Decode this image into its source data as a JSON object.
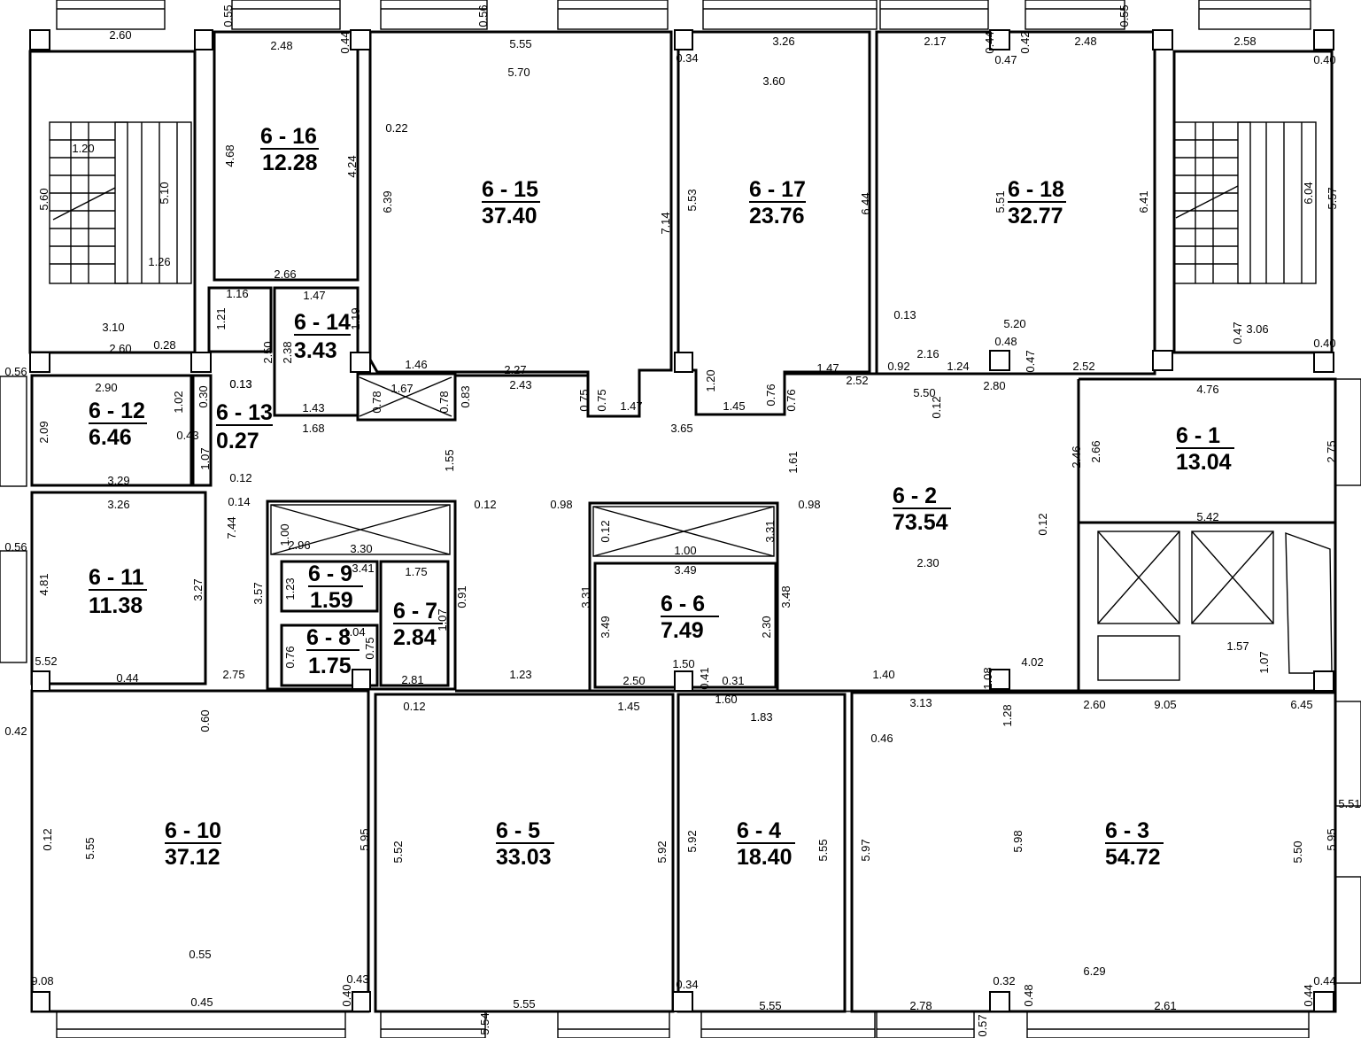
{
  "rooms": [
    {
      "id": "6 - 16",
      "area": "12.28"
    },
    {
      "id": "6 - 15",
      "area": "37.40"
    },
    {
      "id": "6 - 17",
      "area": "23.76"
    },
    {
      "id": "6 - 18",
      "area": "32.77"
    },
    {
      "id": "6 - 14",
      "area": "3.43"
    },
    {
      "id": "6 - 12",
      "area": "6.46"
    },
    {
      "id": "6 - 13",
      "area": "0.27"
    },
    {
      "id": "6 - 1",
      "area": "13.04"
    },
    {
      "id": "6 - 2",
      "area": "73.54"
    },
    {
      "id": "6 - 11",
      "area": "11.38"
    },
    {
      "id": "6 - 9",
      "area": "1.59"
    },
    {
      "id": "6 - 8",
      "area": "1.75"
    },
    {
      "id": "6 - 7",
      "area": "2.84"
    },
    {
      "id": "6 - 6",
      "area": "7.49"
    },
    {
      "id": "6 - 10",
      "area": "37.12"
    },
    {
      "id": "6 - 5",
      "area": "33.03"
    },
    {
      "id": "6 - 4",
      "area": "18.40"
    },
    {
      "id": "6 - 3",
      "area": "54.72"
    }
  ],
  "dimensions": [
    "0.55",
    "0.56",
    "0.55",
    "2.60",
    "2.48",
    "0.44",
    "5.55",
    "3.26",
    "2.17",
    "0.44",
    "0.42",
    "2.48",
    "2.58",
    "5.70",
    "3.60",
    "0.34",
    "0.47",
    "0.40",
    "0.22",
    "4.68",
    "4.24",
    "6.39",
    "5.60",
    "5.10",
    "1.20",
    "1.26",
    "7.14",
    "5.53",
    "6.44",
    "5.51",
    "6.41",
    "6.04",
    "5.57",
    "2.66",
    "1.16",
    "1.47",
    "1.21",
    "1.19",
    "0.13",
    "5.20",
    "3.10",
    "2.60",
    "0.28",
    "0.56",
    "2.90",
    "1.46",
    "2.27",
    "2.43",
    "1.47",
    "1.20",
    "0.76",
    "0.76",
    "1.67",
    "0.83",
    "0.78",
    "0.78",
    "0.75",
    "0.75",
    "1.47",
    "1.45",
    "2.50",
    "2.38",
    "1.43",
    "1.68",
    "0.13",
    "3.65",
    "2.16",
    "1.24",
    "0.48",
    "0.47",
    "2.52",
    "0.92",
    "2.52",
    "2.80",
    "5.50",
    "0.12",
    "0.47",
    "3.06",
    "0.40",
    "4.76",
    "1.02",
    "0.43",
    "0.30",
    "0.13",
    "2.09",
    "1.07",
    "3.29",
    "0.12",
    "1.55",
    "1.61",
    "2.46",
    "2.66",
    "2.75",
    "0.56",
    "3.26",
    "0.14",
    "7.44",
    "1.00",
    "2.96",
    "3.30",
    "0.12",
    "0.98",
    "0.12",
    "1.00",
    "3.31",
    "0.98",
    "0.12",
    "5.42",
    "4.81",
    "3.27",
    "3.57",
    "3.41",
    "1.75",
    "1.23",
    "0.91",
    "3.49",
    "3.31",
    "3.48",
    "3.49",
    "2.30",
    "2.30",
    "5.52",
    "0.44",
    "2.75",
    "1.04",
    "0.75",
    "0.76",
    "1.07",
    "2.81",
    "1.23",
    "2.50",
    "1.50",
    "0.41",
    "0.31",
    "1.40",
    "4.02",
    "1.57",
    "1.07",
    "1.08",
    "0.42",
    "0.60",
    "0.12",
    "1.45",
    "1.60",
    "1.83",
    "3.13",
    "2.60",
    "9.05",
    "6.45",
    "1.28",
    "0.46",
    "0.12",
    "5.55",
    "5.95",
    "5.52",
    "5.92",
    "5.92",
    "5.55",
    "5.97",
    "5.98",
    "5.50",
    "5.95",
    "5.51",
    "0.55",
    "6.29",
    "9.08",
    "0.40",
    "0.43",
    "0.34",
    "0.32",
    "0.48",
    "0.44",
    "0.44",
    "0.45",
    "5.55",
    "5.55",
    "2.78",
    "2.61",
    "5.54",
    "0.57",
    "0.55"
  ]
}
